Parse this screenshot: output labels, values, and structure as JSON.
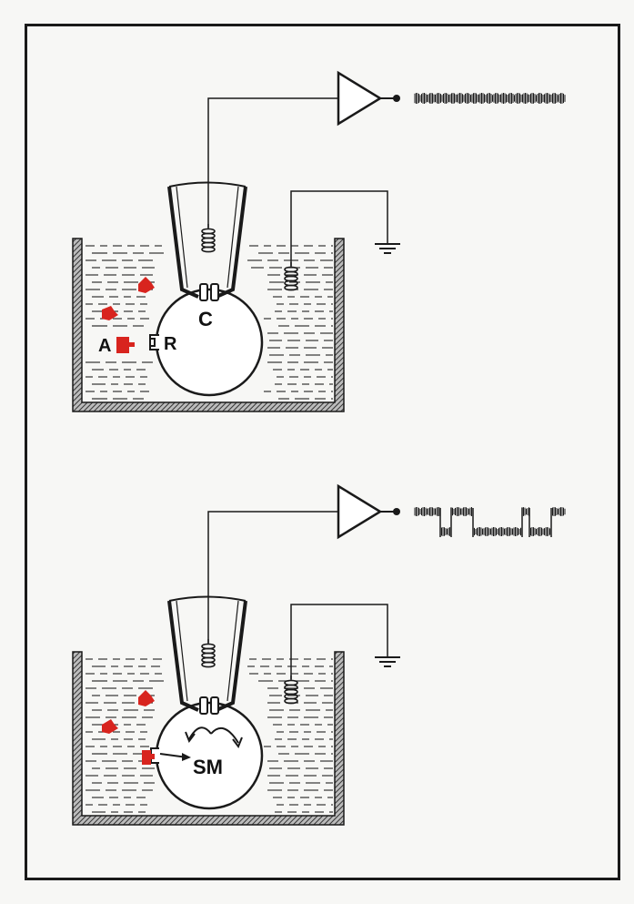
{
  "colors": {
    "ink": "#1a1a1a",
    "ligand": "#d8241e",
    "hatch": "#555555"
  },
  "panel_top": {
    "label_channel": "C",
    "label_agonist": "A",
    "label_receptor": "R",
    "trace": "flat-noise"
  },
  "panel_bottom": {
    "label_second_messenger": "SM",
    "trace": "square-wave-openings"
  }
}
